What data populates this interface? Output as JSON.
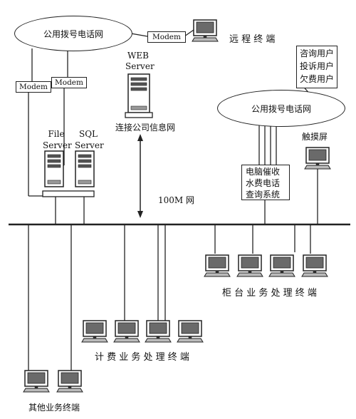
{
  "network_top": "公用拨号电话网",
  "network_right": "公用拨号电话网",
  "modem_remote": "Modem",
  "modem_left1": "Modem",
  "modem_left2": "Modem",
  "remote_terminal": "远 程 终 端",
  "web_server": [
    "WEB",
    "Server"
  ],
  "web_link": "连接公司信息网",
  "file_server": [
    "File",
    "Server"
  ],
  "sql_server": [
    "SQL",
    "Server"
  ],
  "bandwidth": "100M 网",
  "user_types": [
    "咨询用户",
    "投诉用户",
    "欠费用户"
  ],
  "touchscreen": "触摸屏",
  "payment_system": [
    "电脑催收",
    "水费电话",
    "查询系统"
  ],
  "counter_terminals": "柜 台 业 务 处 理 终 端",
  "billing_terminals": "计 费 业 务 处 理 终 端",
  "other_terminals": "其他业务终端"
}
